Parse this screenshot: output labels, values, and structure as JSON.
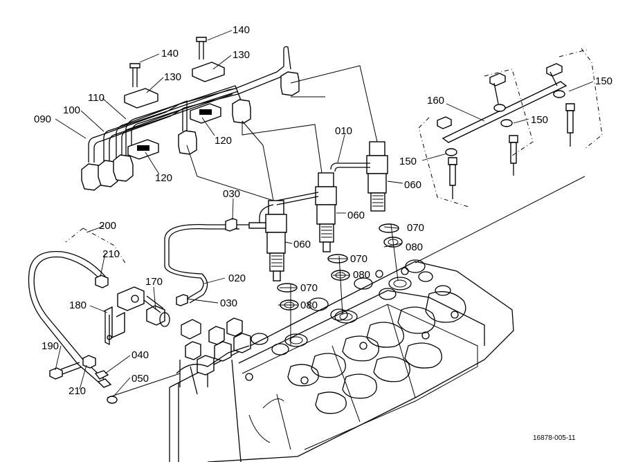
{
  "callouts": {
    "l140a": "140",
    "l140b": "140",
    "l130a": "130",
    "l130b": "130",
    "l110": "110",
    "l100": "100",
    "l090": "090",
    "l120a": "120",
    "l120b": "120",
    "l010": "010",
    "l060a": "060",
    "l060b": "060",
    "l060c": "060",
    "l070a": "070",
    "l070b": "070",
    "l070c": "070",
    "l080a": "080",
    "l080b": "080",
    "l080c": "080",
    "l030a": "030",
    "l030b": "030",
    "l020": "020",
    "l200": "200",
    "l210a": "210",
    "l210b": "210",
    "l170": "170",
    "l180": "180",
    "l190": "190",
    "l040": "040",
    "l050": "050",
    "l160": "160",
    "l150a": "150",
    "l150b": "150",
    "l150c": "150"
  },
  "drawing_code": "16878-005-11"
}
